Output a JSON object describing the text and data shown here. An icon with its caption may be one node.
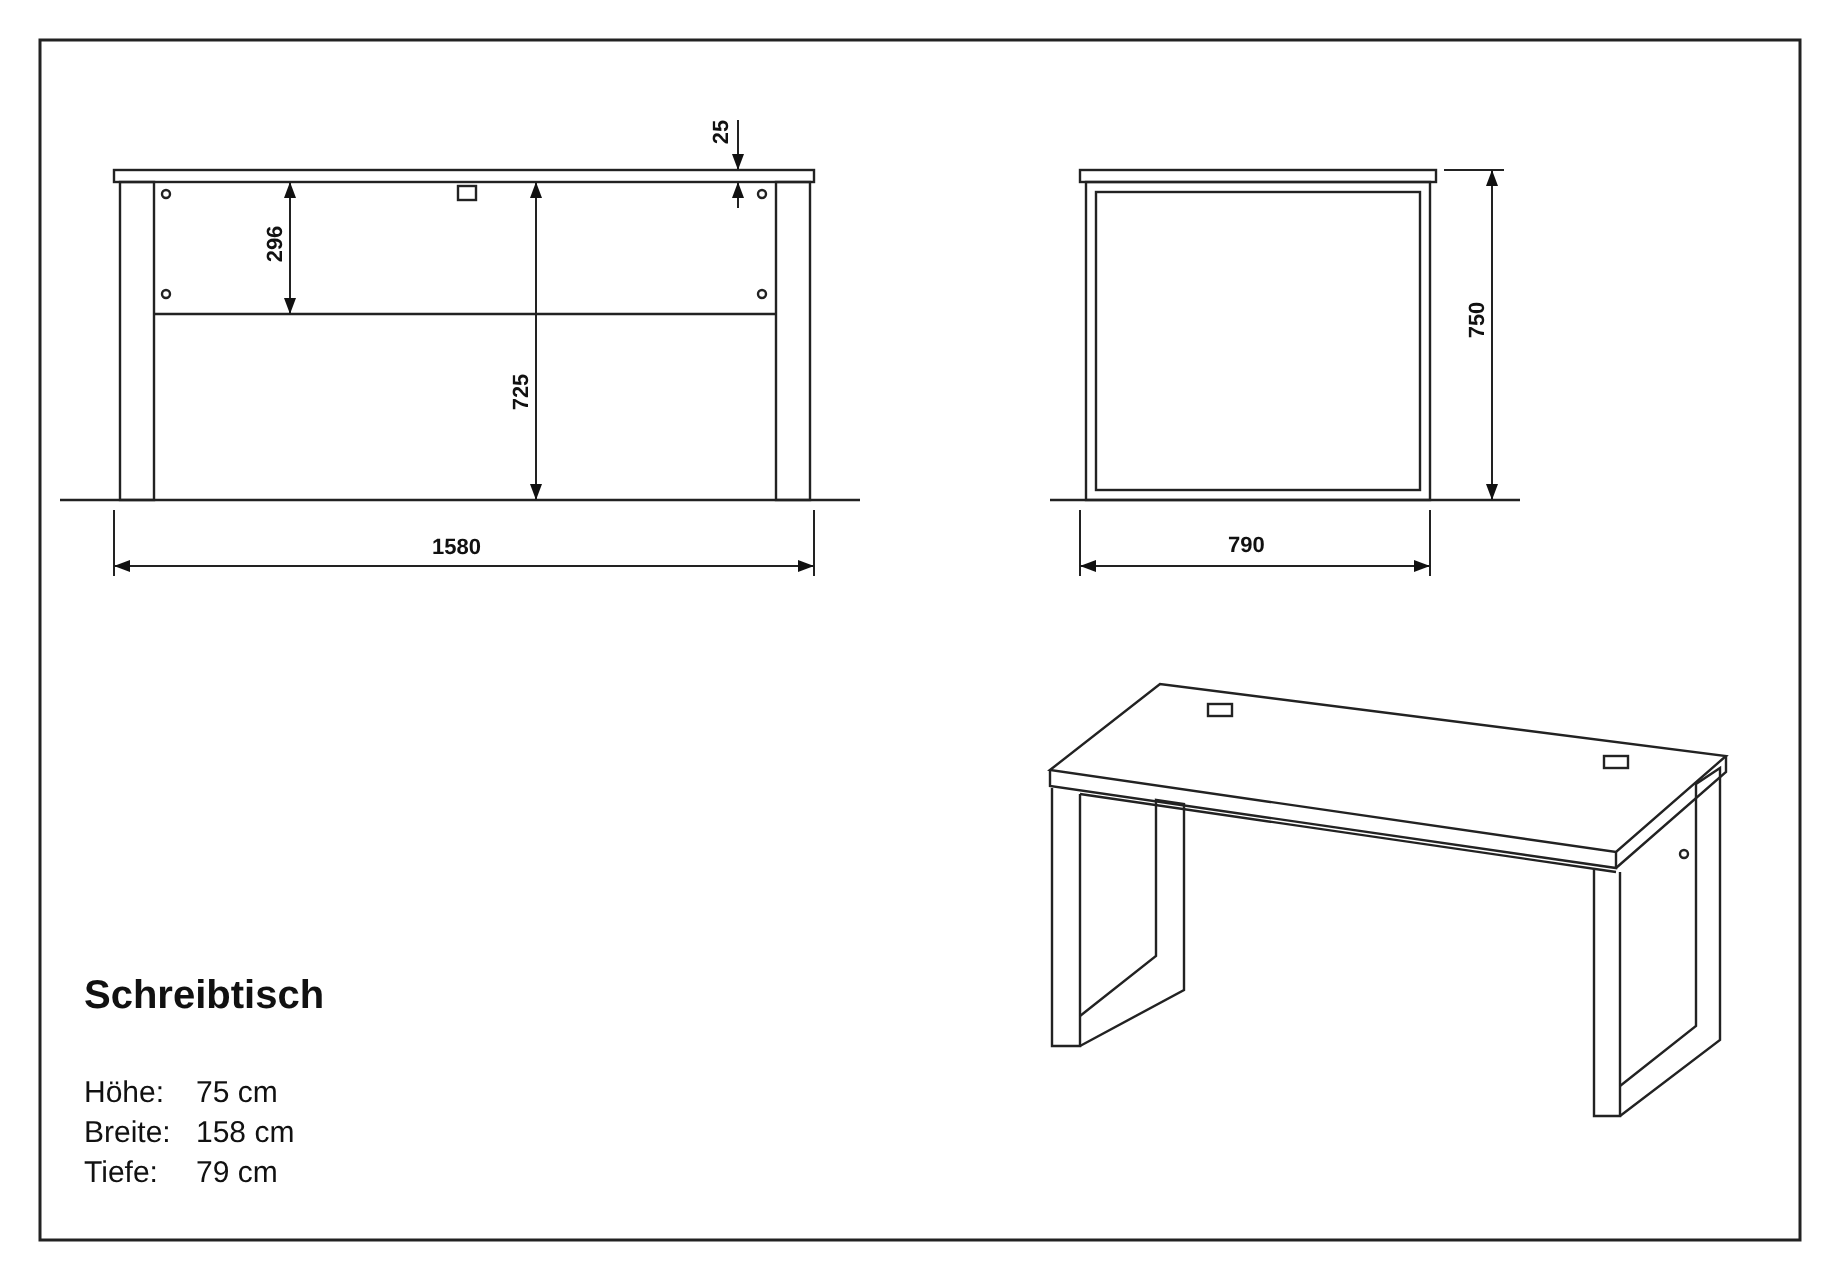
{
  "diagram": {
    "title": "Schreibtisch",
    "labels": [
      "25",
      "296",
      "725",
      "1580",
      "750",
      "790",
      "Höhe:",
      "75 cm",
      "Breite:",
      "158 cm",
      "Tiefe:",
      "79 cm"
    ]
  }
}
